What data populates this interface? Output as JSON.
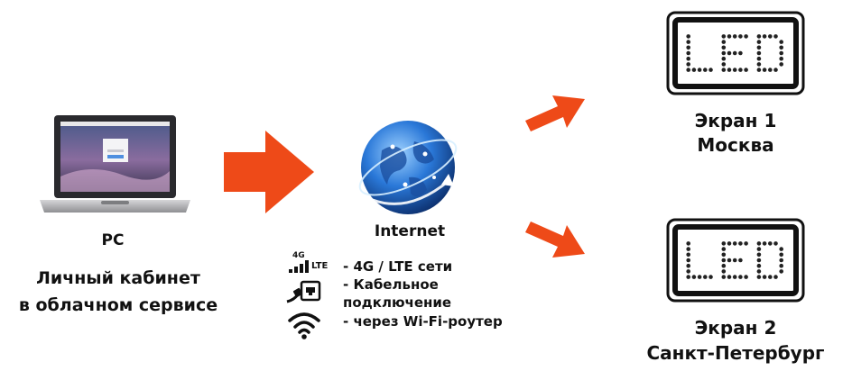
{
  "pc": {
    "label": "PC",
    "caption_line1": "Личный кабинет",
    "caption_line2": "в облачном сервисе"
  },
  "internet": {
    "label": "Internet"
  },
  "connections": {
    "lte_badge_top": "4G",
    "lte_badge_side": "LTE",
    "items": [
      "- 4G / LTE сети",
      "- Кабельное",
      "подключение",
      "- через Wi-Fi-роутер"
    ]
  },
  "screens": [
    {
      "led_text": "LED",
      "line1": "Экран 1",
      "line2": "Москва"
    },
    {
      "led_text": "LED",
      "line1": "Экран 2",
      "line2": "Санкт-Петербург"
    }
  ],
  "colors": {
    "arrow": "#ee4a18",
    "globe": "#1e6fd0",
    "led_frame": "#111111"
  },
  "icons": [
    "laptop-icon",
    "globe-icon",
    "signal-bars-icon",
    "ethernet-cable-icon",
    "wifi-icon",
    "led-screen-icon",
    "arrow-icon"
  ]
}
